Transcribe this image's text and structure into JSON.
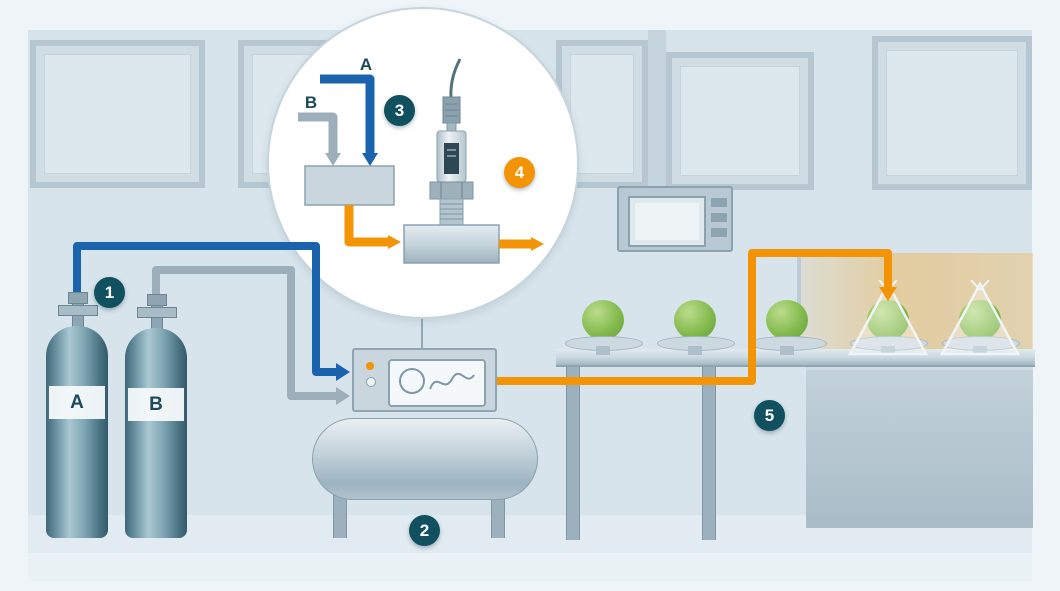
{
  "cylinders": [
    {
      "label": "A"
    },
    {
      "label": "B"
    }
  ],
  "inset": {
    "line_a_label": "A",
    "line_b_label": "B"
  },
  "steps": [
    {
      "number": "1"
    },
    {
      "number": "2"
    },
    {
      "number": "3"
    },
    {
      "number": "4"
    },
    {
      "number": "5"
    }
  ],
  "colors": {
    "gas_a_line": "#1c63ad",
    "gas_b_line": "#9cafba",
    "mixed_gas_line": "#f29405",
    "badge_default": "#11505f",
    "badge_highlight": "#f29405",
    "produce_green": "#7cb342",
    "packaging_glow": "#f5a623"
  }
}
